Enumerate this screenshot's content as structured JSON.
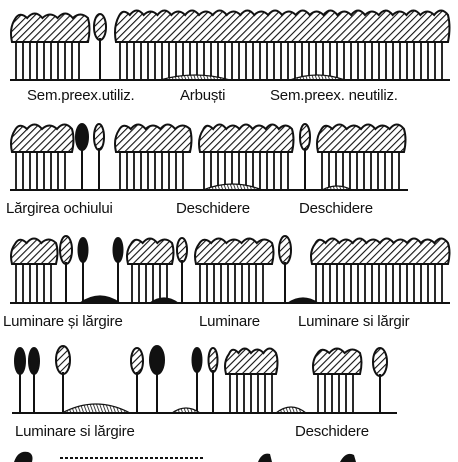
{
  "figure": {
    "panels": [
      {
        "labels": [
          "Sem.preex.utiliz.",
          "Arbuști",
          "Sem.preex. neutiliz."
        ]
      },
      {
        "labels": [
          "Lărgirea ochiului",
          "Deschidere",
          "Deschidere"
        ]
      },
      {
        "labels": [
          "Luminare și lărgire",
          "Luminare",
          "Luminare si lărgir"
        ]
      },
      {
        "labels": [
          "Luminare si lărgire",
          "Deschidere"
        ]
      }
    ]
  },
  "colors": {
    "ink": "#111111",
    "paper": "#ffffff"
  }
}
